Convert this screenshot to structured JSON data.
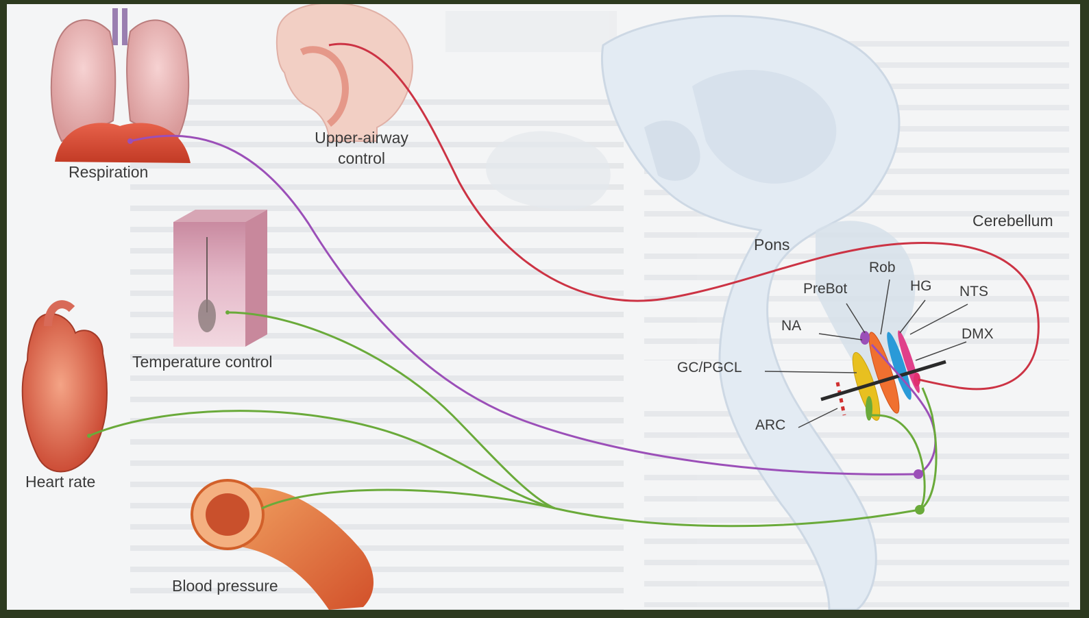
{
  "labels": {
    "respiration": "Respiration",
    "upper_airway_line1": "Upper-airway",
    "upper_airway_line2": "control",
    "temperature": "Temperature control",
    "heart_rate": "Heart rate",
    "blood_pressure": "Blood pressure",
    "pons": "Pons",
    "cerebellum": "Cerebellum",
    "rob": "Rob",
    "prebot": "PreBot",
    "hg": "HG",
    "nts": "NTS",
    "na": "NA",
    "dmx": "DMX",
    "gc_pgcl": "GC/PGCL",
    "arc": "ARC"
  },
  "background_text": {
    "col1_heading": "",
    "col2_heading": ""
  },
  "colors": {
    "upper_airway_path": "#cc3344",
    "respiration_path": "#9b4fb8",
    "cardio_temp_paths": "#6aaa3a",
    "frame_border": "#2d3a1f"
  },
  "icons": [
    "lungs-illustration",
    "infant-head-illustration",
    "skin-block-illustration",
    "heart-illustration",
    "artery-illustration",
    "brainstem-illustration"
  ]
}
